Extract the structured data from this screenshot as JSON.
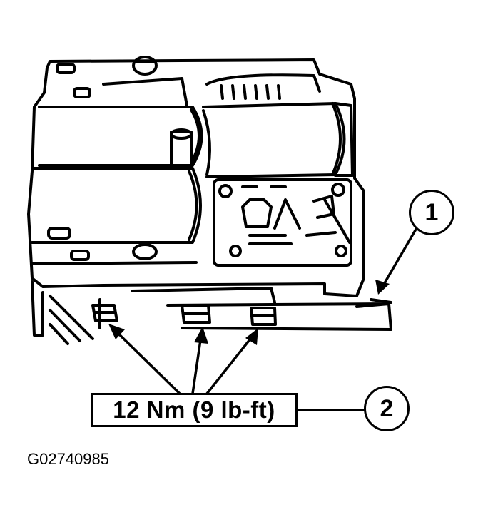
{
  "callouts": {
    "one": "1",
    "two": "2"
  },
  "torque_label": "12 Nm (9 lb-ft)",
  "figure_id": "G02740985"
}
